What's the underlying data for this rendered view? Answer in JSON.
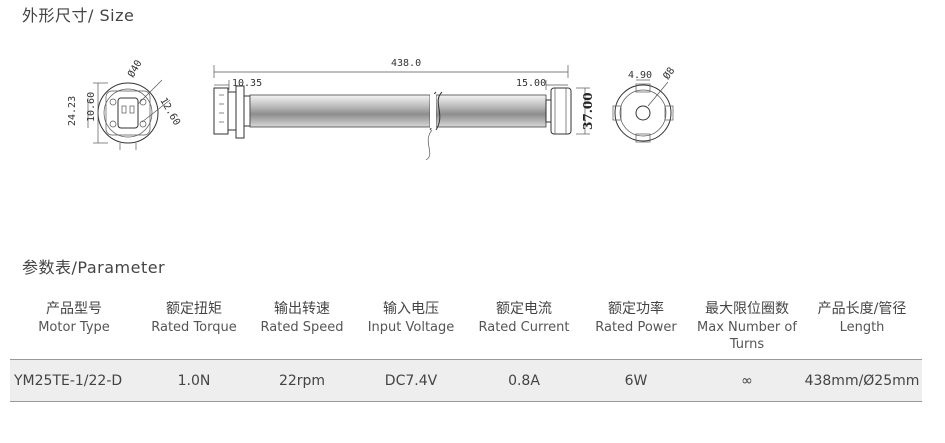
{
  "size_title": "外形尺寸/ Size",
  "parameter_title": "参数表/Parameter",
  "dimensions": {
    "end_diameter": "Ø40",
    "end_height": "24.23",
    "end_inner": "10.60",
    "end_slant": "12.60",
    "overall_length": "438.0",
    "head_offset": "10.35",
    "tail_offset": "15.00",
    "tube_diameter": "37.00",
    "adapter_width": "4.90",
    "adapter_diameter": "Ø8"
  },
  "table": {
    "headers": [
      {
        "zh": "产品型号",
        "en": "Motor Type"
      },
      {
        "zh": "额定扭矩",
        "en": "Rated Torque"
      },
      {
        "zh": "输出转速",
        "en": "Rated Speed"
      },
      {
        "zh": "输入电压",
        "en": "Input Voltage"
      },
      {
        "zh": "额定电流",
        "en": "Rated Current"
      },
      {
        "zh": "额定功率",
        "en": "Rated Power"
      },
      {
        "zh": "最大限位圈数",
        "en": "Max Number of Turns"
      },
      {
        "zh": "产品长度/管径",
        "en": "Length"
      }
    ],
    "row": {
      "motor_type": "YM25TE-1/22-D",
      "torque": "1.0N",
      "speed": "22rpm",
      "voltage": "DC7.4V",
      "current": "0.8A",
      "power": "6W",
      "turns": "∞",
      "length": "438mm/Ø25mm"
    }
  }
}
